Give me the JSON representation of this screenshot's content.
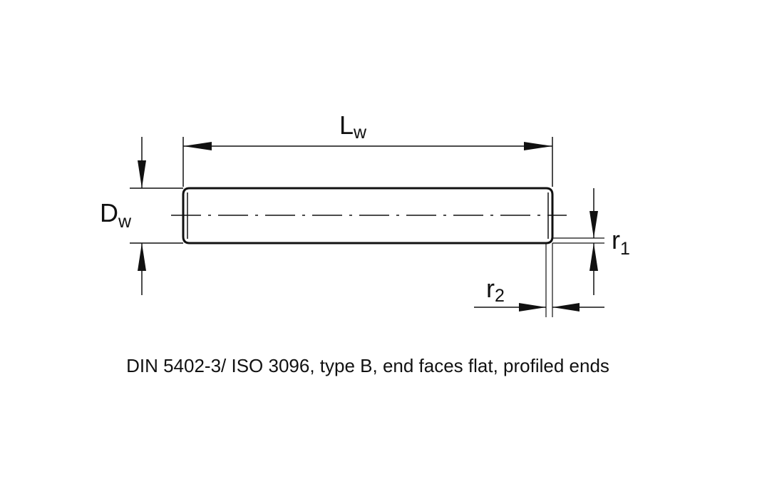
{
  "labels": {
    "lw_main": "L",
    "lw_sub": "w",
    "dw_main": "D",
    "dw_sub": "w",
    "r1_main": "r",
    "r1_sub": "1",
    "r2_main": "r",
    "r2_sub": "2"
  },
  "caption": "DIN 5402-3/ ISO 3096, type B, end faces flat, profiled ends",
  "colors": {
    "line": "#111111",
    "background": "#ffffff"
  }
}
